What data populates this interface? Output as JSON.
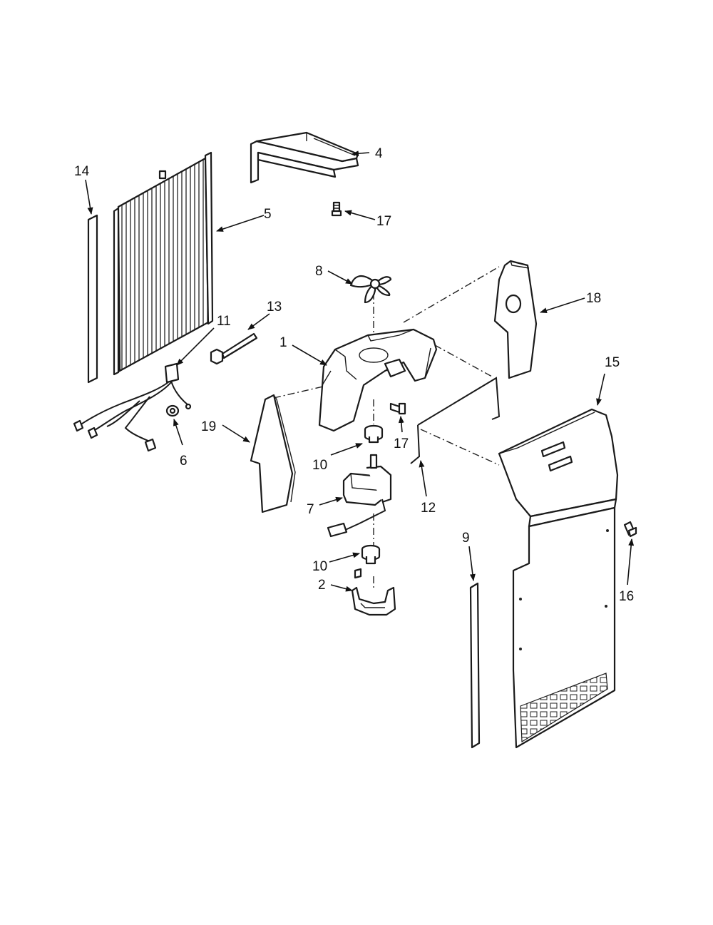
{
  "parts": {
    "p1": "1",
    "p2": "2",
    "p4": "4",
    "p5": "5",
    "p6": "6",
    "p7": "7",
    "p8": "8",
    "p9": "9",
    "p10a": "10",
    "p10b": "10",
    "p11": "11",
    "p12": "12",
    "p13": "13",
    "p14": "14",
    "p15": "15",
    "p16": "16",
    "p17a": "17",
    "p17b": "17",
    "p18": "18",
    "p19": "19"
  }
}
